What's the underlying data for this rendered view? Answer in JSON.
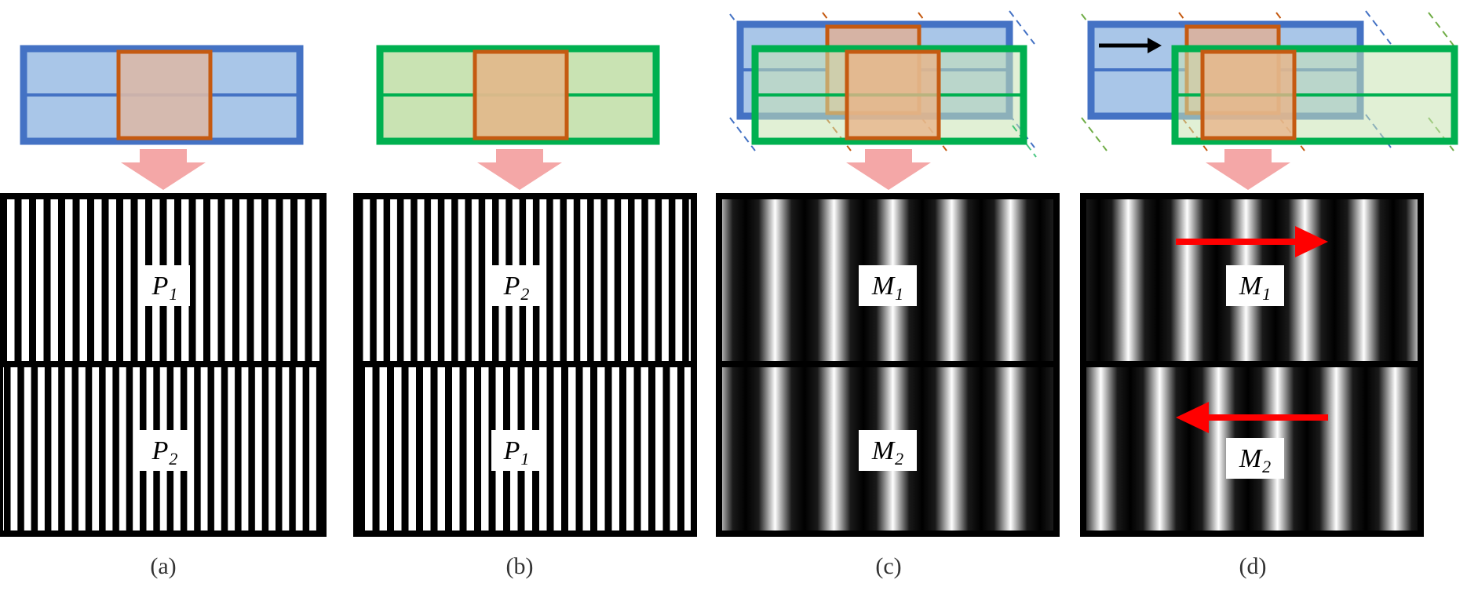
{
  "colors": {
    "blue_border": "#4472c4",
    "blue_fill": "#a9c6e8",
    "green_border": "#00b050",
    "green_fill": "#c9e3b3",
    "orange_border": "#c55a11",
    "pink_arrow": "#f4a7a7",
    "red_arrow": "#ff0000"
  },
  "panels": [
    {
      "id": "a",
      "caption": "(a)",
      "pattern": "grating",
      "top_label": {
        "letter": "P",
        "sub": "1"
      },
      "bottom_label": {
        "letter": "P",
        "sub": "2"
      }
    },
    {
      "id": "b",
      "caption": "(b)",
      "pattern": "grating",
      "top_label": {
        "letter": "P",
        "sub": "2"
      },
      "bottom_label": {
        "letter": "P",
        "sub": "1"
      }
    },
    {
      "id": "c",
      "caption": "(c)",
      "pattern": "moire",
      "top_label": {
        "letter": "M",
        "sub": "1"
      },
      "bottom_label": {
        "letter": "M",
        "sub": "2"
      }
    },
    {
      "id": "d",
      "caption": "(d)",
      "pattern": "moire",
      "top_label": {
        "letter": "M",
        "sub": "1"
      },
      "bottom_label": {
        "letter": "M",
        "sub": "2"
      },
      "motion": {
        "top": "right",
        "bottom": "left"
      }
    }
  ]
}
